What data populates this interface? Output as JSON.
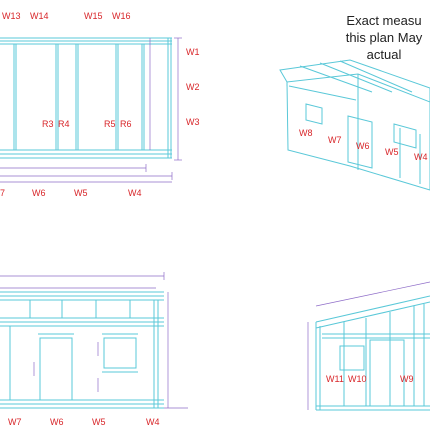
{
  "note": {
    "lines": [
      "Exact measu",
      "this plan May",
      "actual"
    ]
  },
  "labels": {
    "top_left": [
      "W13",
      "W14",
      "W15",
      "W16",
      "W1",
      "W2",
      "W3",
      "R3",
      "R4",
      "R5",
      "R6",
      "7",
      "W6",
      "W5",
      "W4"
    ],
    "top_right": [
      "W8",
      "W7",
      "W6",
      "W5",
      "W4"
    ],
    "bottom_left": [
      "W7",
      "W6",
      "W5",
      "W4"
    ],
    "bottom_right": [
      "W11",
      "W10",
      "W9"
    ]
  },
  "colors": {
    "wall_line": "#5ac8d8",
    "dimension_line": "#8e6cc8",
    "label_red": "#d8262a",
    "outline_dark": "#2f4f6f"
  }
}
